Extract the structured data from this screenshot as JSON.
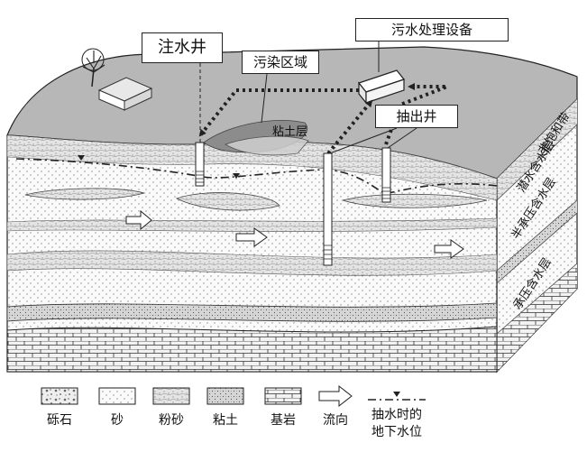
{
  "callouts": {
    "injection_well": "注水井",
    "contaminated_zone": "污染区域",
    "treatment_equipment": "污水处理设备",
    "extraction_well": "抽出井",
    "clay_lens": "粘土层"
  },
  "layers": {
    "unsaturated_zone": "非饱和带",
    "unconfined_aquifer": "潜水含水层",
    "semi_confined_aquifer": "半承压含水层",
    "confined_aquifer": "承压含水层"
  },
  "legend": {
    "gravel": "砾石",
    "sand": "砂",
    "silty_sand": "粉砂",
    "clay": "粘土",
    "bedrock": "基岩",
    "flow_direction": "流向",
    "pumping_water_table_line1": "抽水时的",
    "pumping_water_table_line2": "地下水位"
  },
  "colors": {
    "ground_surface": "#b7b7b7",
    "contaminant": "#8c8c8c",
    "outline": "#222222"
  }
}
